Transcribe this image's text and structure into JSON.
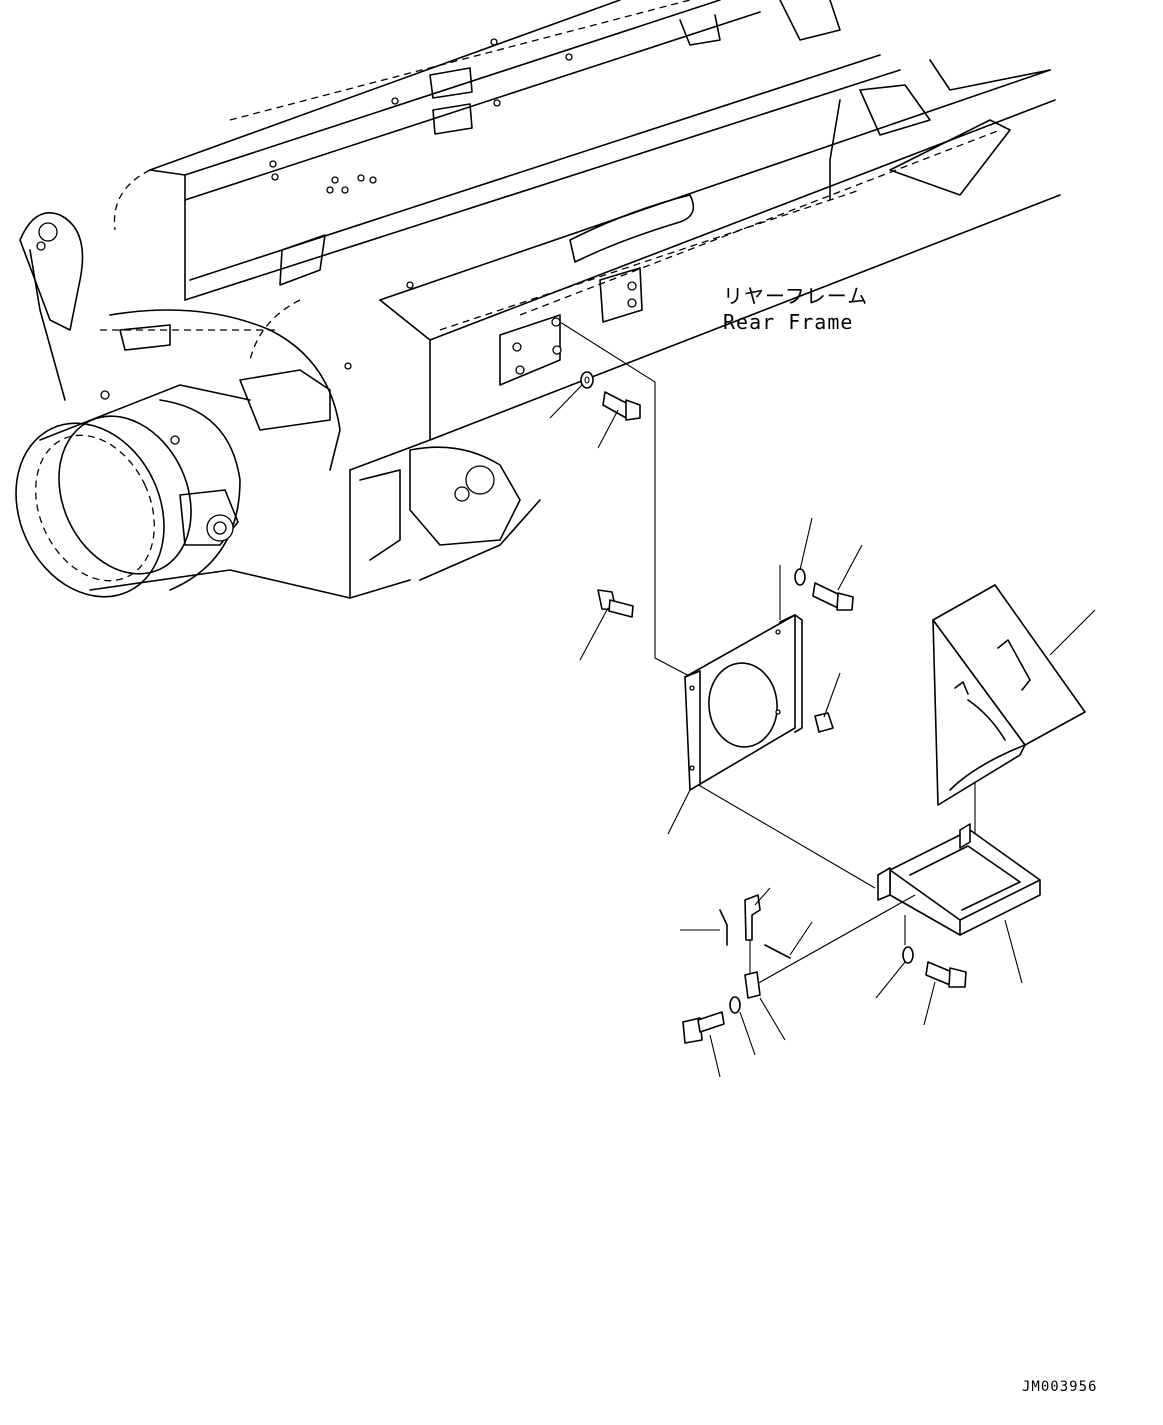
{
  "labels": {
    "rear_frame_jp": "リヤーフレーム",
    "rear_frame_en": "Rear Frame"
  },
  "figure_id": "JM003956"
}
